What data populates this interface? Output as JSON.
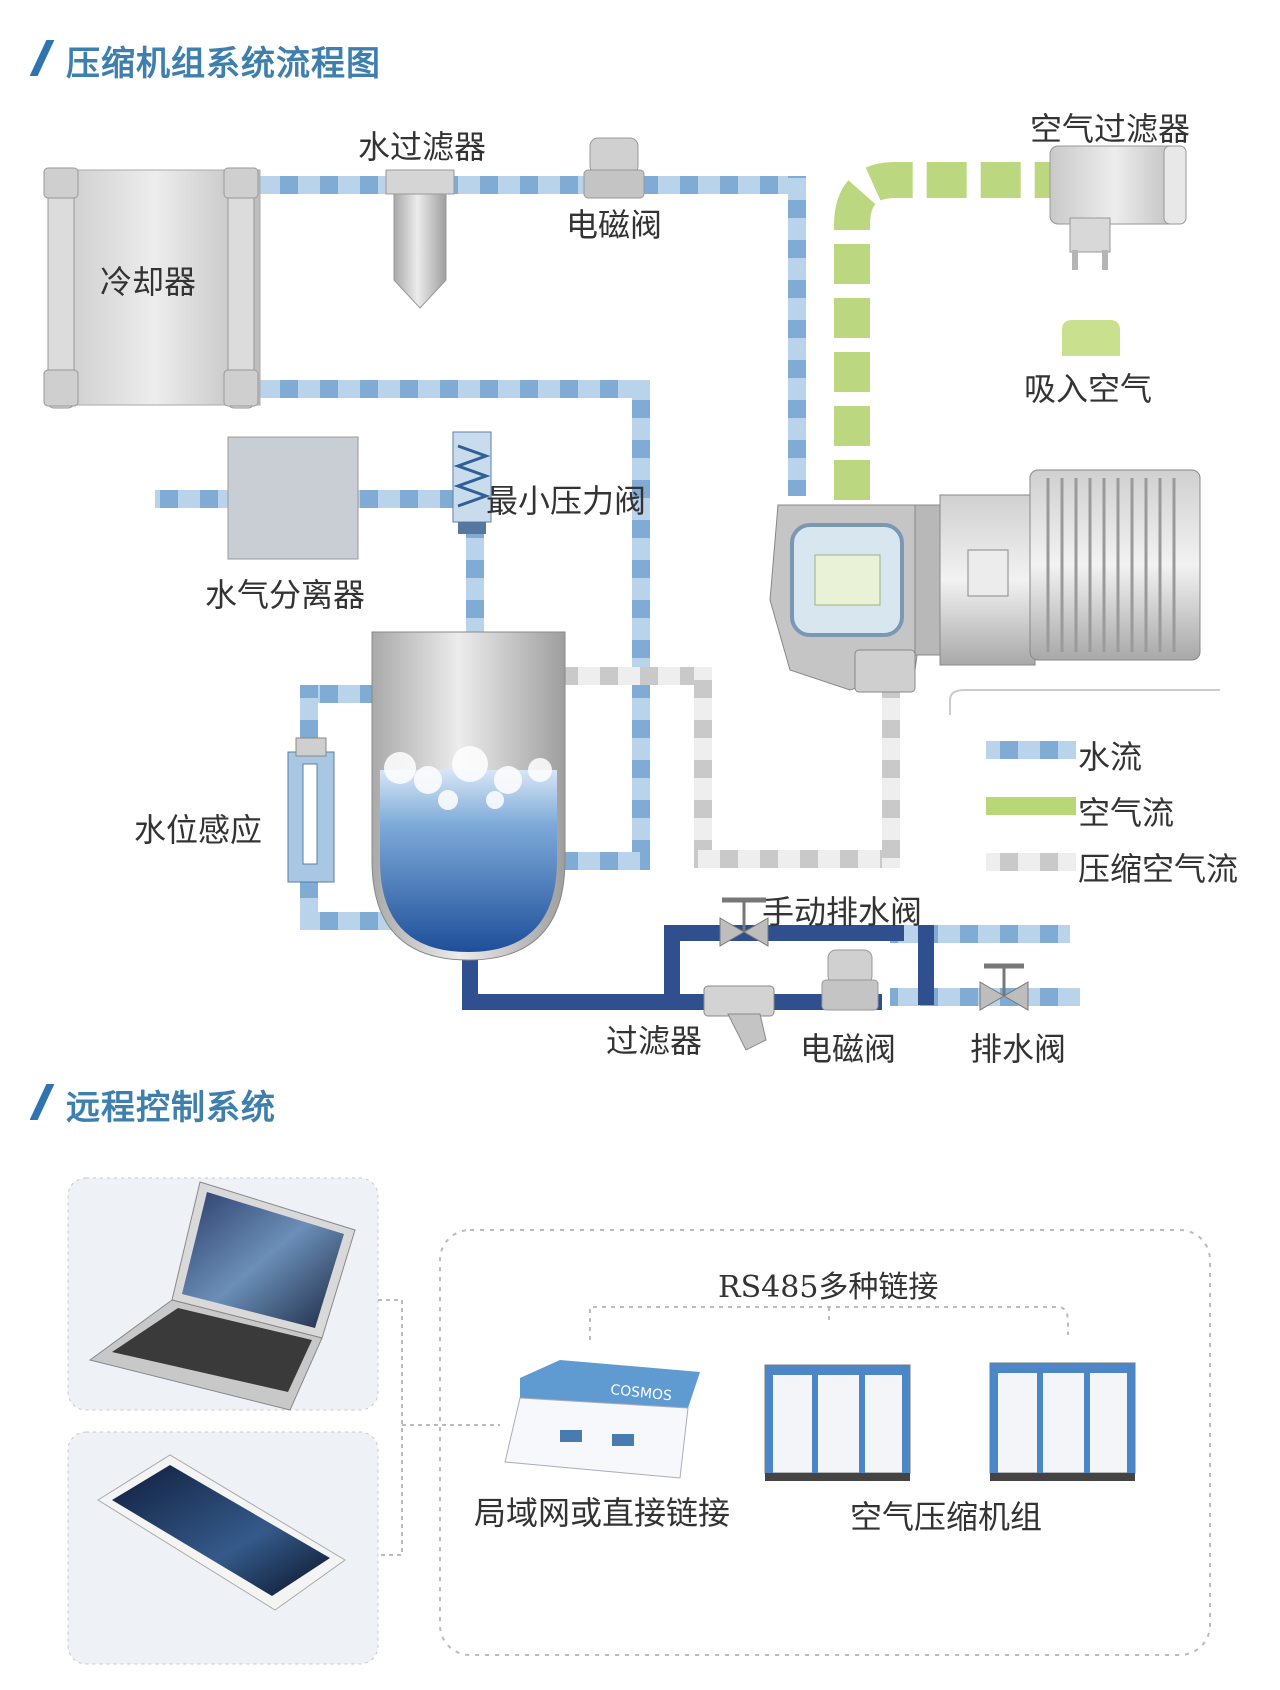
{
  "section1": {
    "title": "压缩机组系统流程图"
  },
  "section2": {
    "title": "远程控制系统"
  },
  "flow_labels": {
    "cooler": "冷却器",
    "water_filter": "水过滤器",
    "solenoid_valve_top": "电磁阀",
    "air_filter": "空气过滤器",
    "intake_air": "吸入空气",
    "min_pressure_valve": "最小压力阀",
    "water_separator": "水气分离器",
    "water_level_sensor": "水位感应",
    "manual_drain_valve": "手动排水阀",
    "filter": "过滤器",
    "solenoid_valve_bottom": "电磁阀",
    "drain_valve": "排水阀"
  },
  "legend": {
    "items": [
      {
        "label": "水流",
        "color": "#8fb8dd"
      },
      {
        "label": "空气流",
        "color": "#b8d878"
      },
      {
        "label": "压缩空气流",
        "color": "#d6d6d6"
      }
    ]
  },
  "remote": {
    "rs485": "RS485多种链接",
    "lan": "局域网或直接链接",
    "units": "空气压缩机组",
    "module_brand": "COSMOS"
  },
  "colors": {
    "title": "#3f7fae",
    "water_pipe": "#8fb8dd",
    "air_pipe": "#b8d878",
    "compressed_pipe": "#d6d6d6",
    "drain_pipe": "#2f4f8f"
  }
}
